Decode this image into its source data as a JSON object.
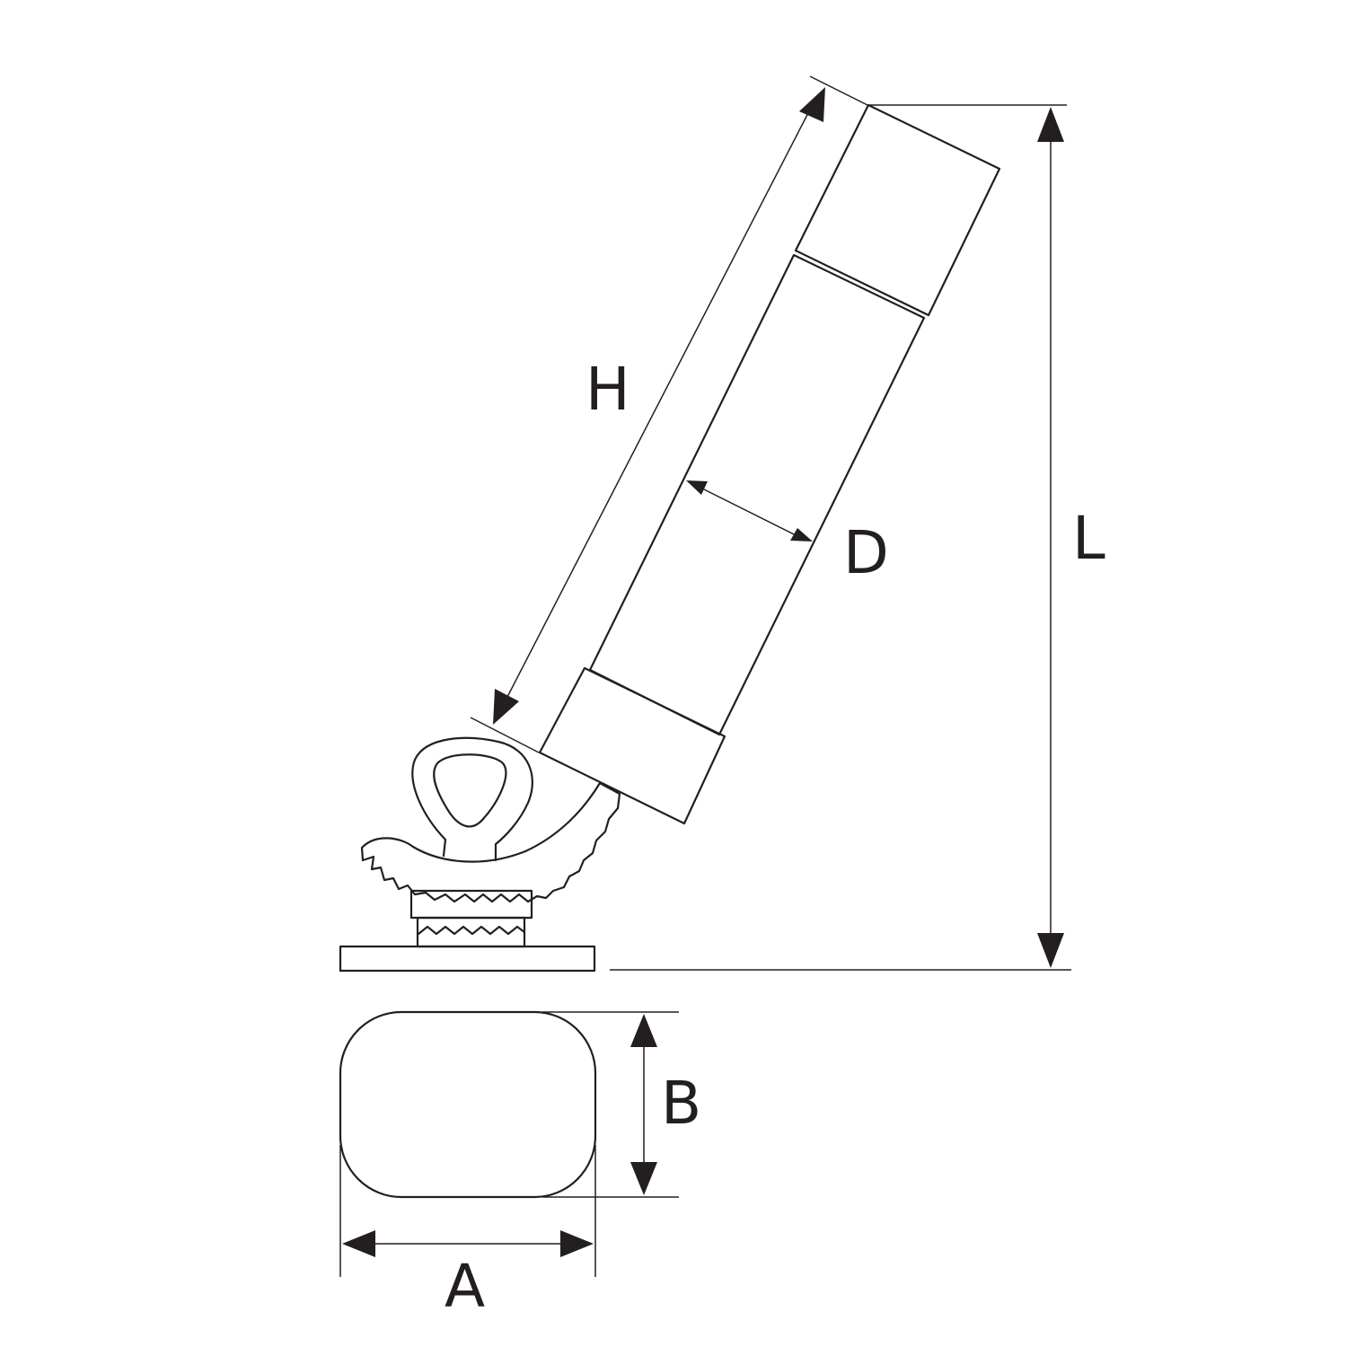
{
  "diagram": {
    "type": "dimension-drawing",
    "line_color": "#231f20",
    "background": "#ffffff",
    "labels": {
      "height": "H",
      "diameter": "D",
      "total_length": "L",
      "base_width": "A",
      "base_depth": "B"
    }
  }
}
